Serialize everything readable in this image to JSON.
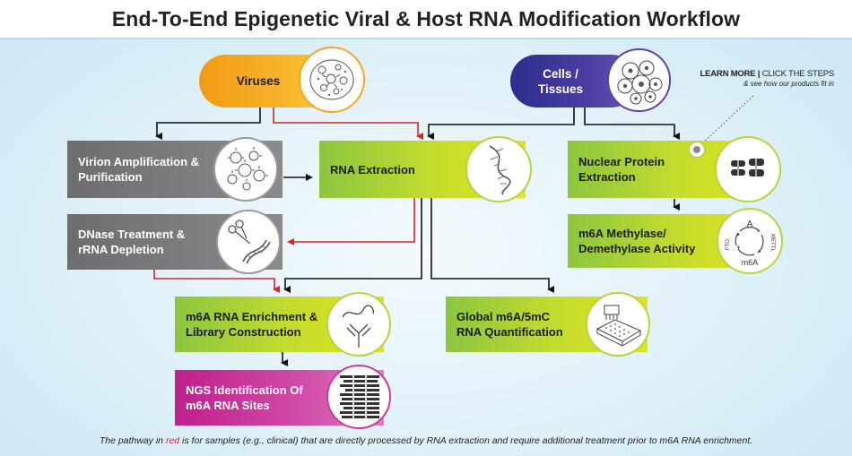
{
  "title": "End-To-End Epigenetic Viral & Host RNA Modification Workflow",
  "colors": {
    "red_path": "#d8232a",
    "black_path": "#111111",
    "green": "#b5d53a",
    "gray": "#7a7a7a",
    "magenta": "#c01f8c",
    "orange": "#f39a16",
    "violet": "#3a318f"
  },
  "learn_more": {
    "bold": "LEARN MORE",
    "rest": "CLICK THE STEPS",
    "sub": "& see how our products fit in"
  },
  "nodes": {
    "viruses": {
      "label": "Viruses",
      "icon": "virus-cell-icon"
    },
    "cells": {
      "label": "Cells /\nTissues",
      "icon": "cells-icon"
    },
    "virion": {
      "label": "Virion Amplification &\nPurification",
      "icon": "virus-cluster-icon"
    },
    "rna_extraction": {
      "label": "RNA Extraction",
      "icon": "rna-strand-icon"
    },
    "nuclear": {
      "label": "Nuclear Protein\nExtraction",
      "icon": "chromosomes-icon"
    },
    "dnase": {
      "label": "DNase Treatment &\nrRNA Depletion",
      "icon": "scissors-dna-icon"
    },
    "methylase": {
      "label": "m6A Methylase/\nDemethylase Activity",
      "icon": "methylation-cycle-icon",
      "icon_text": {
        "top": "A",
        "left": "FTO",
        "right": "METTL",
        "bottom": "m6A"
      }
    },
    "enrichment": {
      "label": "m6A RNA Enrichment &\nLibrary Construction",
      "icon": "antibody-icon"
    },
    "global": {
      "label": "Global m6A/5mC\nRNA Quantification",
      "icon": "microplate-pipette-icon"
    },
    "ngs": {
      "label": "NGS Identification Of\nm6A RNA Sites",
      "icon": "sequence-reads-icon"
    }
  },
  "footnote": {
    "before": "The pathway in ",
    "red_word": "red",
    "after": " is for samples (e.g., clinical) that are directly processed by RNA extraction and require additional treatment prior to m6A RNA enrichment."
  }
}
